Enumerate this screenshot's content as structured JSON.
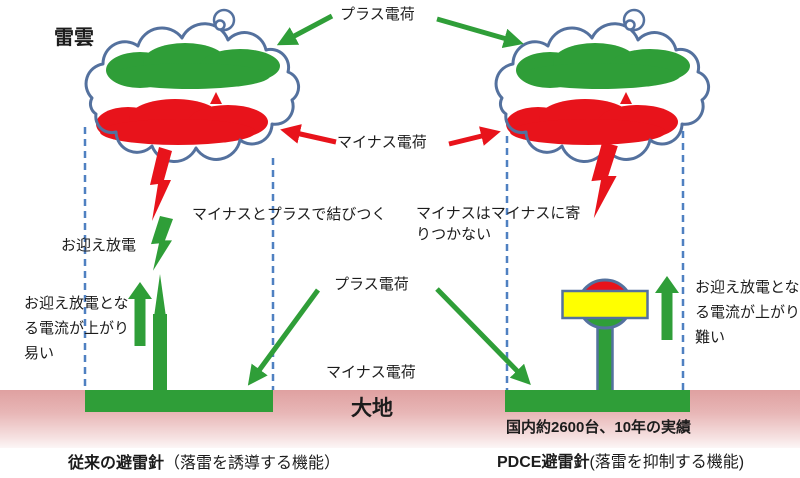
{
  "colors": {
    "green": "#2f9e38",
    "red": "#e8131b",
    "cloud_outline": "#54719e",
    "dashed_line": "#4f80c1",
    "device_yellow": "#ffff00",
    "ground_pink": "#dfa0a0",
    "text": "#1c1c1c"
  },
  "labels": {
    "storm_cloud": "雷雲",
    "plus_charge_top": "プラス電荷",
    "minus_charge_cloud": "マイナス電荷",
    "note_attract": "マイナスとプラスで結びつく",
    "note_repel": "マイナスはマイナスに寄りつかない",
    "welcome_discharge": "お迎え放電",
    "left_current_note": "お迎え放電となる電流が上がり易い",
    "right_current_note": "お迎え放電となる電流が上がり難い",
    "plus_charge_ground": "プラス電荷",
    "minus_charge_ground": "マイナス電荷",
    "ground": "大地",
    "track_record": "国内約2600台、10年の実績",
    "left_caption": {
      "main": "従来の避雷針",
      "sub": "（落雷を誘導する機能）"
    },
    "right_caption": {
      "main": "PDCE避雷針",
      "sub": "(落雷を抑制する機能)"
    }
  }
}
